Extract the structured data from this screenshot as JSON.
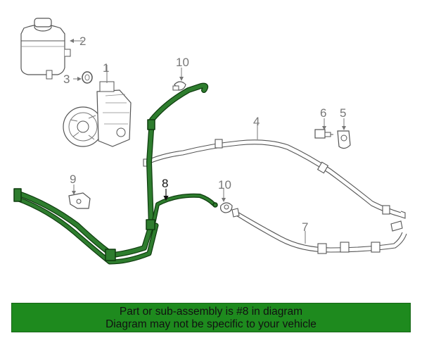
{
  "parts": [
    {
      "id": "part-2",
      "callout": "2",
      "name": "reservoir"
    },
    {
      "id": "part-1",
      "callout": "1",
      "name": "pump"
    },
    {
      "id": "part-3",
      "callout": "3",
      "name": "seal"
    },
    {
      "id": "part-10a",
      "callout": "10",
      "name": "clamp"
    },
    {
      "id": "part-4",
      "callout": "4",
      "name": "pressure-hose"
    },
    {
      "id": "part-6",
      "callout": "6",
      "name": "fitting"
    },
    {
      "id": "part-5",
      "callout": "5",
      "name": "bracket"
    },
    {
      "id": "part-9",
      "callout": "9",
      "name": "bracket"
    },
    {
      "id": "part-8",
      "callout": "8",
      "name": "return-hose",
      "highlighted": true
    },
    {
      "id": "part-10b",
      "callout": "10",
      "name": "clamp"
    },
    {
      "id": "part-7",
      "callout": "7",
      "name": "return-hose"
    }
  ],
  "colors": {
    "highlight": "#2e7d2e",
    "highlight_stroke": "#0f3d0f",
    "line_art": "#555555",
    "banner_bg": "#1e8a1e"
  },
  "banner": {
    "line1": "Part or sub-assembly is #8 in diagram",
    "line2": "Diagram may not be specific to your vehicle"
  }
}
